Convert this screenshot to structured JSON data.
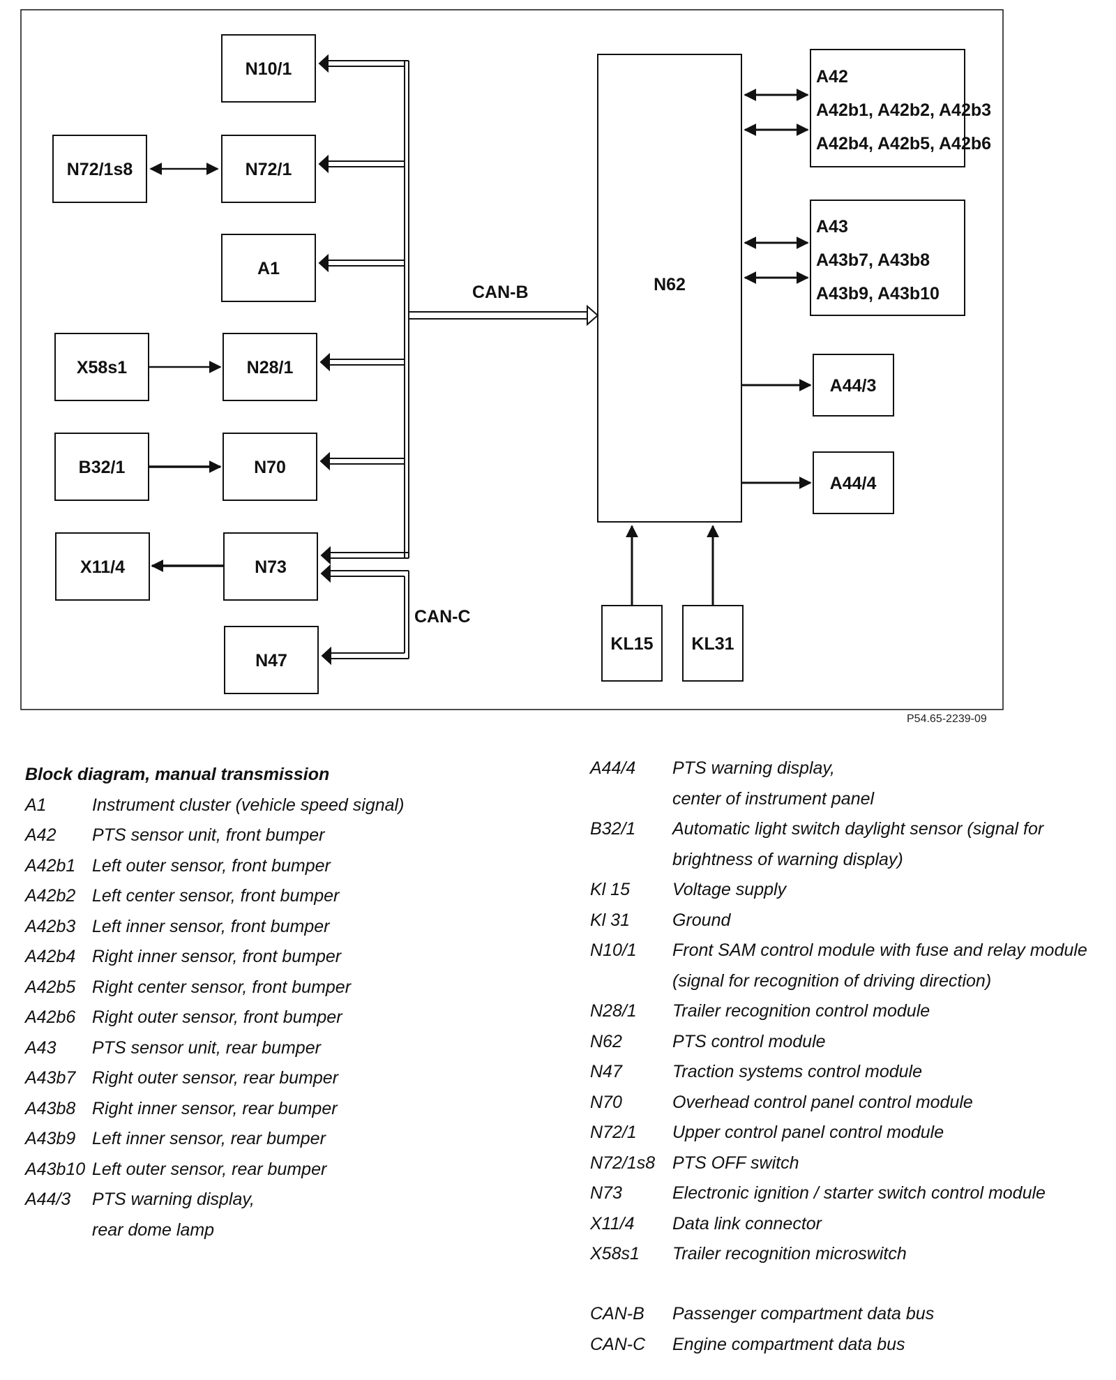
{
  "diagram": {
    "boxes": {
      "n10_1": "N10/1",
      "n72_1s8": "N72/1s8",
      "n72_1": "N72/1",
      "a1": "A1",
      "x58s1": "X58s1",
      "n28_1": "N28/1",
      "b32_1": "B32/1",
      "n70": "N70",
      "x11_4": "X11/4",
      "n73": "N73",
      "n47": "N47",
      "n62": "N62",
      "a42_l1": "A42",
      "a42_l2": "A42b1, A42b2, A42b3",
      "a42_l3": "A42b4, A42b5, A42b6",
      "a43_l1": "A43",
      "a43_l2": "A43b7, A43b8",
      "a43_l3": "A43b9, A43b10",
      "a44_3": "A44/3",
      "a44_4": "A44/4",
      "kl15": "KL15",
      "kl31": "KL31"
    },
    "bus_labels": {
      "can_b": "CAN-B",
      "can_c": "CAN-C"
    },
    "figure_id": "P54.65-2239-09"
  },
  "legend": {
    "title": "Block diagram, manual transmission",
    "left": [
      {
        "code": "A1",
        "desc": "Instrument cluster (vehicle speed signal)"
      },
      {
        "code": "A42",
        "desc": "PTS sensor unit, front bumper"
      },
      {
        "code": "A42b1",
        "desc": "Left outer sensor, front bumper"
      },
      {
        "code": "A42b2",
        "desc": "Left center sensor, front bumper"
      },
      {
        "code": "A42b3",
        "desc": "Left inner sensor, front bumper"
      },
      {
        "code": "A42b4",
        "desc": "Right inner sensor, front bumper"
      },
      {
        "code": "A42b5",
        "desc": "Right center sensor, front bumper"
      },
      {
        "code": "A42b6",
        "desc": "Right outer sensor, front bumper"
      },
      {
        "code": "A43",
        "desc": "PTS sensor unit, rear bumper"
      },
      {
        "code": "A43b7",
        "desc": "Right outer sensor, rear bumper"
      },
      {
        "code": "A43b8",
        "desc": "Right inner sensor, rear bumper"
      },
      {
        "code": "A43b9",
        "desc": "Left inner sensor, rear bumper"
      },
      {
        "code": "A43b10",
        "desc": "Left outer sensor, rear bumper"
      },
      {
        "code": "A44/3",
        "desc": "PTS warning display,\nrear dome lamp"
      }
    ],
    "right": [
      {
        "code": "A44/4",
        "desc": "PTS warning display,\ncenter of instrument panel"
      },
      {
        "code": "B32/1",
        "desc": "Automatic light switch daylight sensor (signal for\nbrightness of warning display)"
      },
      {
        "code": "Kl 15",
        "desc": "Voltage supply"
      },
      {
        "code": "Kl 31",
        "desc": "Ground"
      },
      {
        "code": "N10/1",
        "desc": "Front SAM control module with fuse and relay module\n(signal for recognition of driving direction)"
      },
      {
        "code": "N28/1",
        "desc": "Trailer recognition control module"
      },
      {
        "code": "N62",
        "desc": "PTS control module"
      },
      {
        "code": "N47",
        "desc": "Traction systems control module"
      },
      {
        "code": "N70",
        "desc": "Overhead control panel control module"
      },
      {
        "code": "N72/1",
        "desc": "Upper control panel control module"
      },
      {
        "code": "N72/1s8",
        "desc": "PTS OFF switch"
      },
      {
        "code": "N73",
        "desc": "Electronic ignition / starter switch control module"
      },
      {
        "code": "X11/4",
        "desc": "Data link connector"
      },
      {
        "code": "X58s1",
        "desc": "Trailer recognition microswitch"
      }
    ],
    "buses": [
      {
        "code": "CAN-B",
        "desc": "Passenger compartment data bus"
      },
      {
        "code": "CAN-C",
        "desc": "Engine compartment data bus"
      }
    ]
  }
}
